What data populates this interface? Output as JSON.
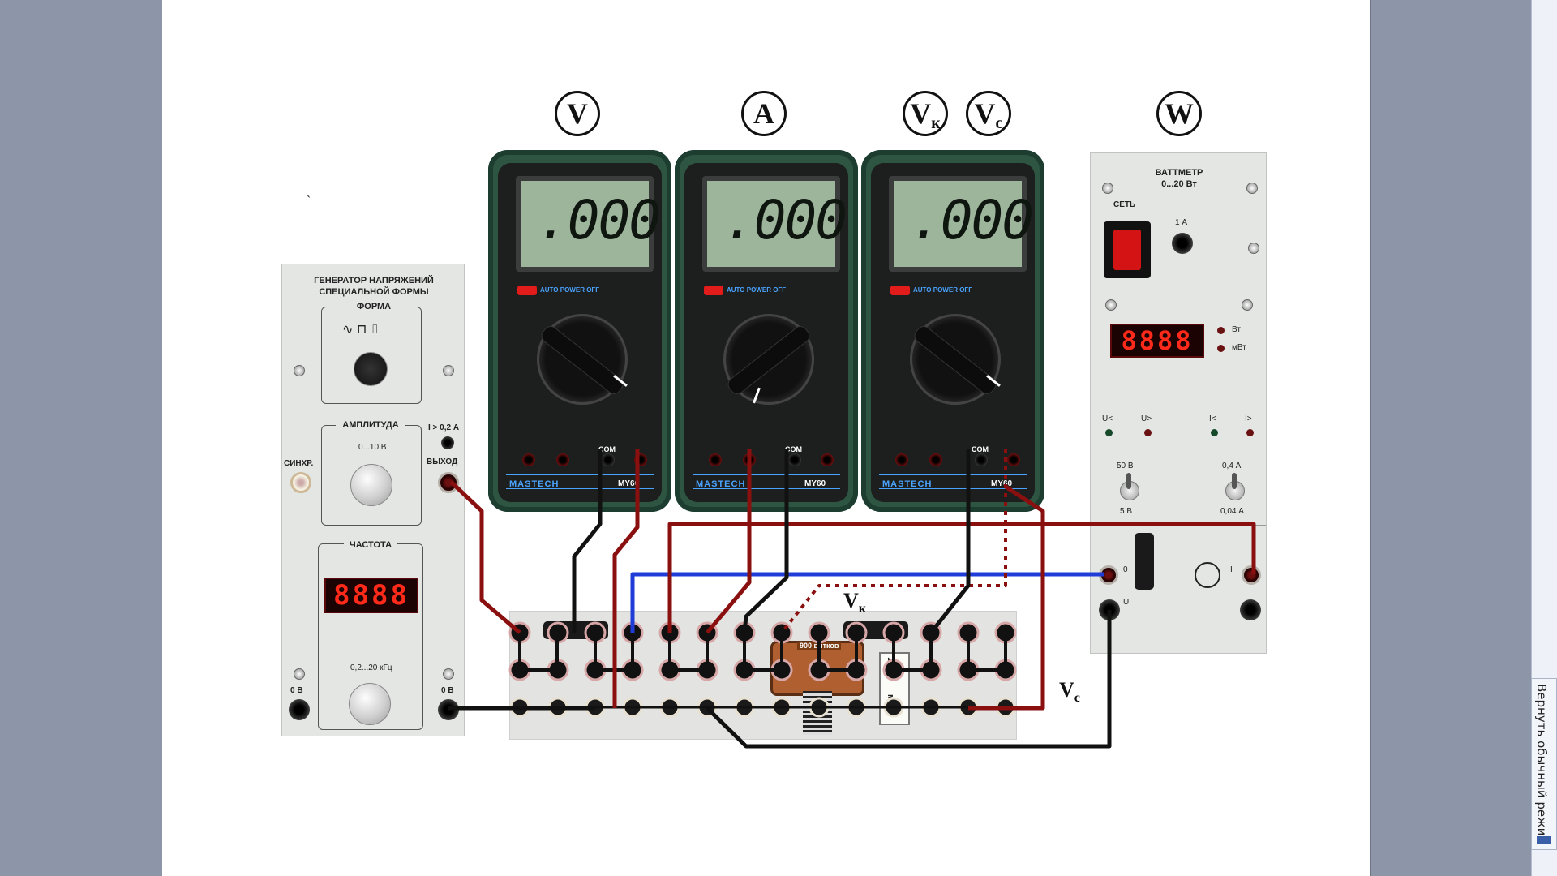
{
  "side_button": {
    "label": "Вернуть обычный режим"
  },
  "meter_labels": {
    "voltmeter": "V",
    "ammeter": "A",
    "vk_main": "V",
    "vk_sub": "к",
    "vc_main": "V",
    "vc_sub": "с",
    "wattmeter": "W"
  },
  "generator": {
    "title_line1": "ГЕНЕРАТОР НАПРЯЖЕНИЙ",
    "title_line2": "СПЕЦИАЛЬНОЙ ФОРМЫ",
    "form_label": "ФОРМА",
    "amplitude_label": "АМПЛИТУДА",
    "amplitude_range": "0...10 В",
    "overload_label": "I > 0,2 А",
    "output_label": "ВЫХОД",
    "sync_label": "СИНХР.",
    "frequency_label": "ЧАСТОТА",
    "frequency_display": "8888",
    "frequency_range": "0,2...20 кГц",
    "ground_left": "0 В",
    "ground_right": "0 В"
  },
  "multimeters": [
    {
      "display": ".000",
      "brand": "MASTECH",
      "model": "MY60",
      "auto_off": "AUTO POWER OFF",
      "com": "COM"
    },
    {
      "display": ".000",
      "brand": "MASTECH",
      "model": "MY60",
      "auto_off": "AUTO POWER OFF",
      "com": "COM"
    },
    {
      "display": ".000",
      "brand": "MASTECH",
      "model": "MY60",
      "auto_off": "AUTO POWER OFF",
      "com": "COM"
    }
  ],
  "wattmeter": {
    "title_line1": "ВАТТМЕТР",
    "title_line2": "0...20 Вт",
    "power_label": "СЕТЬ",
    "fuse_label": "1 А",
    "display": "8888",
    "unit_w": "Вт",
    "unit_mw": "мВт",
    "u_low": "U<",
    "u_high": "U>",
    "i_low": "I<",
    "i_high": "I>",
    "range_u_high": "50 В",
    "range_u_low": "5 В",
    "range_i_high": "0,4 А",
    "range_i_low": "0,04 А",
    "terminal_zero": "0",
    "terminal_i": "I",
    "terminal_u": "U"
  },
  "board": {
    "coil_label": "900 витков",
    "cap_value": "1,0",
    "cap_unit": "мкФ",
    "wire_label_vk_main": "V",
    "wire_label_vk_sub": "к",
    "wire_label_vc_main": "V",
    "wire_label_vc_sub": "с"
  },
  "colors": {
    "red_wire": "#8a1010",
    "black_wire": "#111111",
    "blue_wire": "#1f3cd8",
    "meter_body": "#2d5542"
  }
}
